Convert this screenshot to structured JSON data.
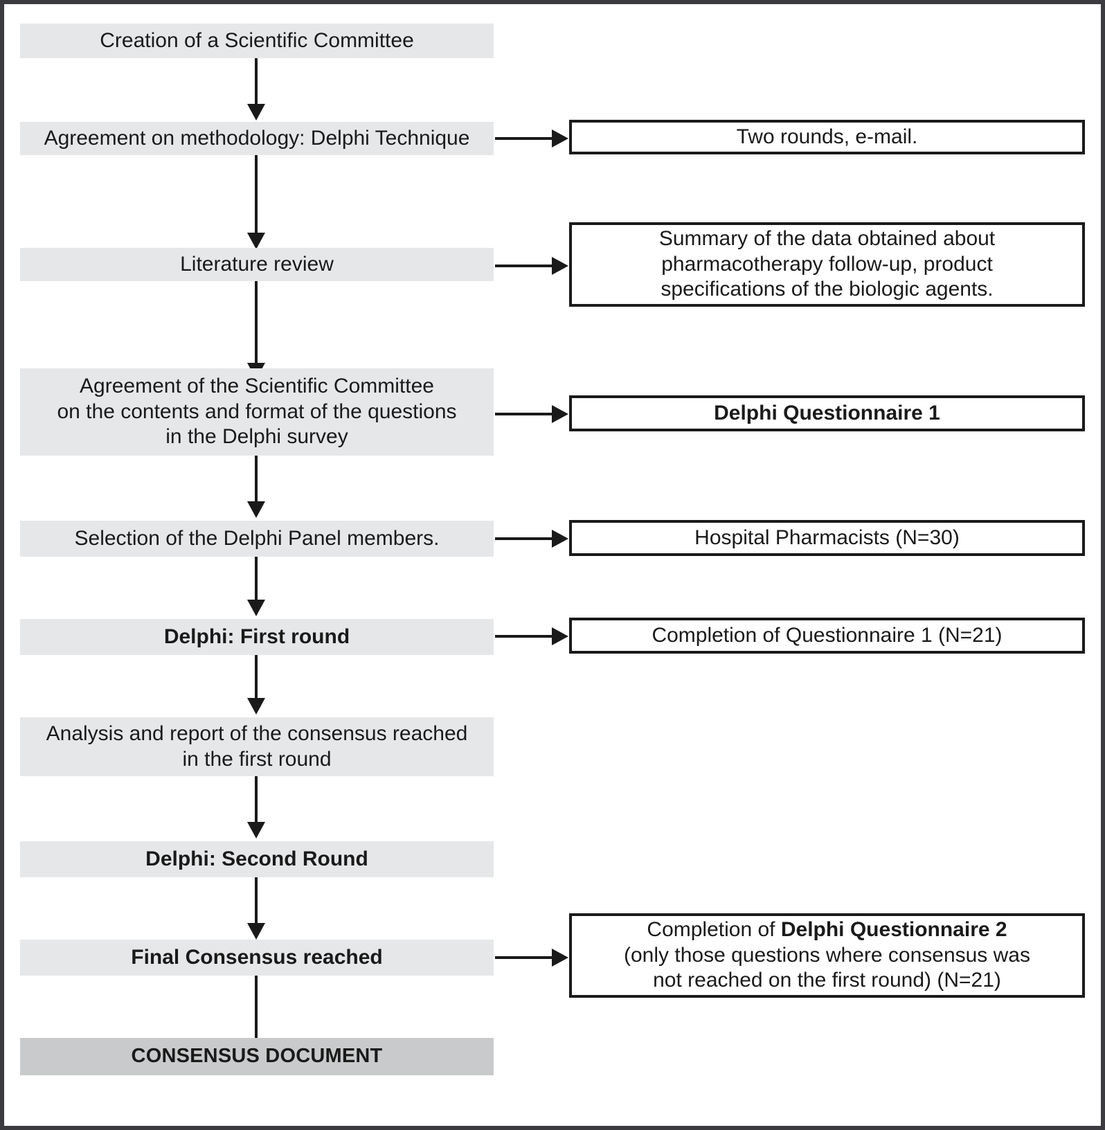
{
  "figure": {
    "title": "Delphi consensus methodology flowchart",
    "colors": {
      "frame": "#3b3b40",
      "step_fill": "#e6e7e9",
      "terminal_fill": "#c9cacb",
      "line": "#1a1a1a",
      "note_fill": "#ffffff"
    }
  },
  "steps": [
    {
      "id": "creation",
      "label": "Creation of a Scientific Committee",
      "bold": false
    },
    {
      "id": "methodology",
      "label": "Agreement on methodology: Delphi Technique",
      "bold": false
    },
    {
      "id": "literature",
      "label": "Literature review",
      "bold": false
    },
    {
      "id": "committee-agree",
      "label": "Agreement of the Scientific Committee\non the contents and format of the questions\nin the Delphi survey",
      "bold": false
    },
    {
      "id": "panel-selection",
      "label": "Selection of the Delphi Panel members.",
      "bold": false
    },
    {
      "id": "first-round",
      "label": "Delphi: First round",
      "bold": true
    },
    {
      "id": "analysis",
      "label": "Analysis and report of the consensus reached\nin the first round",
      "bold": false
    },
    {
      "id": "second-round",
      "label": "Delphi: Second Round",
      "bold": true
    },
    {
      "id": "final-consensus",
      "label": "Final Consensus reached",
      "bold": true
    }
  ],
  "terminal": {
    "id": "consensus-document",
    "label": "CONSENSUS DOCUMENT"
  },
  "notes": [
    {
      "id": "rounds",
      "label": "Two rounds, e-mail.",
      "bold": false
    },
    {
      "id": "summary",
      "label": "Summary of the data obtained about\npharmacotherapy follow-up, product\nspecifications of the biologic agents.",
      "bold": false
    },
    {
      "id": "questionnaire-1",
      "label": "Delphi Questionnaire 1",
      "bold": true
    },
    {
      "id": "pharmacists",
      "label": "Hospital Pharmacists (N=30)",
      "bold": false
    },
    {
      "id": "completion-1",
      "label": "Completion of Questionnaire 1 (N=21)",
      "bold": false
    }
  ],
  "note_questionnaire_2": {
    "id": "completion-2",
    "line1_prefix": "Completion of ",
    "line1_bold": "Delphi Questionnaire 2",
    "line2": "(only those questions where consensus was",
    "line3": "not reached on the first round) (N=21)"
  }
}
